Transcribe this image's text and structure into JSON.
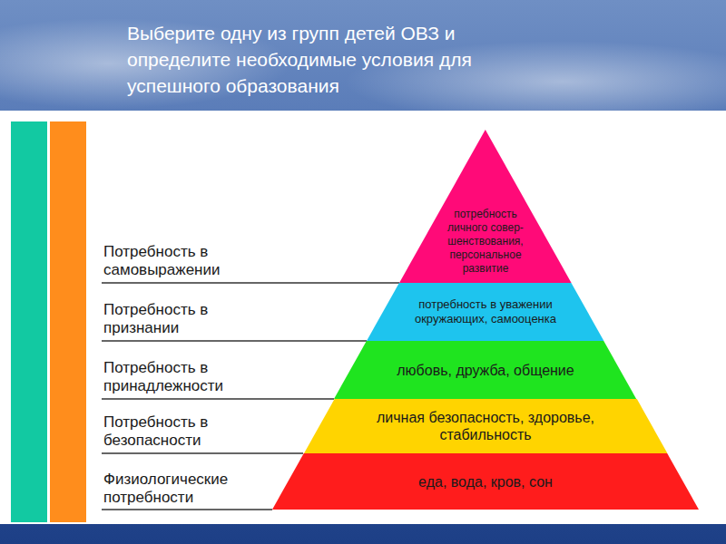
{
  "diagram": {
    "title": "Выберите одну из групп детей ОВЗ и определите необходимые условия для успешного образования",
    "nodes": [
      {
        "text": [
          "потребность личного совер- шенствования, персональное развитие"
        ]
      },
      {
        "text": [
          "потребность в уважении окружающих, самооценка"
        ]
      },
      {
        "text": [
          "любовь, дружба, общение"
        ]
      },
      {
        "text": [
          "личная безопасность, здоровье, стабильность"
        ]
      },
      {
        "text": [
          "еда, вода, кров, сон"
        ]
      }
    ],
    "edges": [],
    "labels": [
      "Потребность в самовыражении",
      "Потребность в признании",
      "Потребность в принадлежности",
      "Потребность в безопасности",
      "Физиологические потребности"
    ]
  }
}
